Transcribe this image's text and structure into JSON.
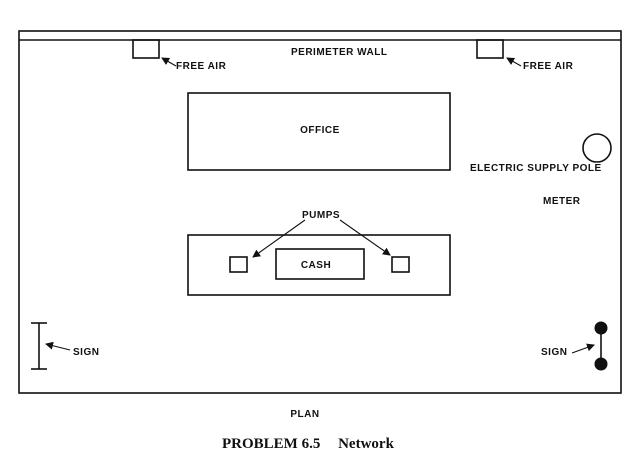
{
  "labels": {
    "perimeter_wall": "PERIMETER  WALL",
    "free_air_left": "FREE  AIR",
    "free_air_right": "FREE  AIR",
    "office": "OFFICE",
    "electric_supply_pole": "ELECTRIC  SUPPLY  POLE",
    "meter": "METER",
    "pumps": "PUMPS",
    "cash": "CASH",
    "sign_left": "SIGN",
    "sign_right": "SIGN",
    "plan": "PLAN"
  },
  "caption": {
    "problem": "PROBLEM 6.5",
    "title": "Network"
  }
}
